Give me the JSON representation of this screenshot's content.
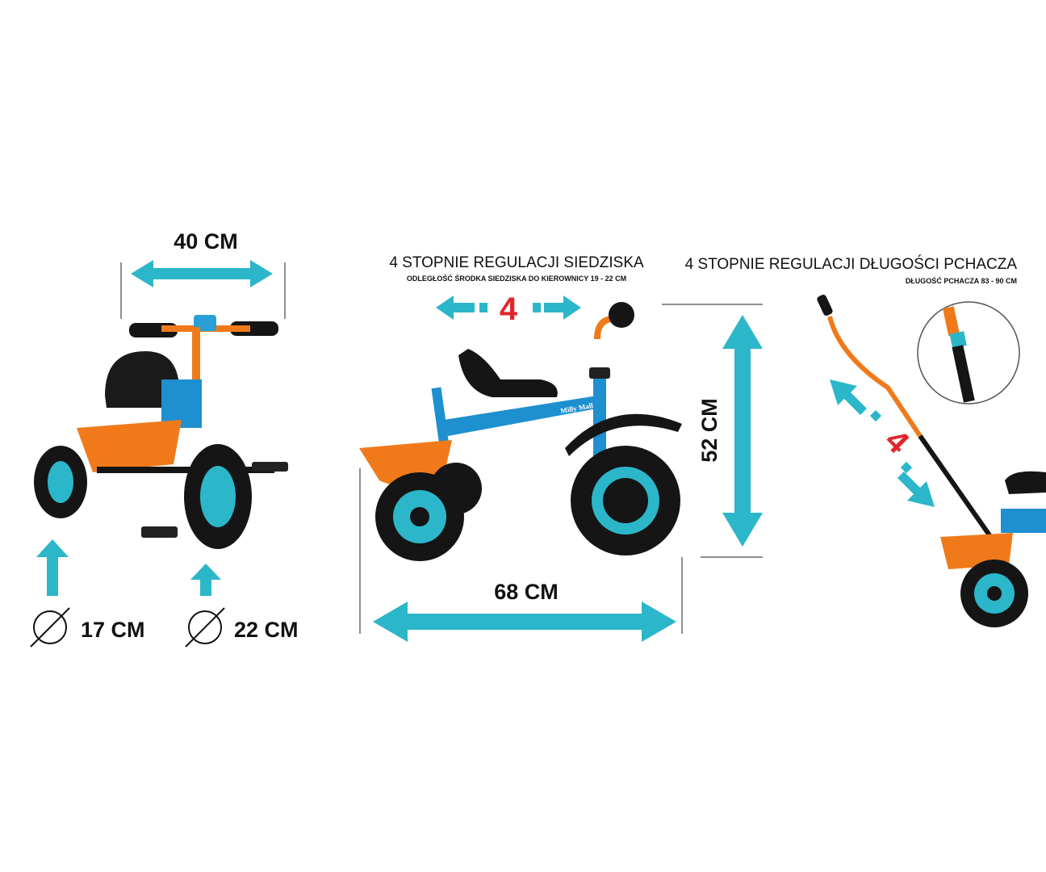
{
  "colors": {
    "arrow": "#2cb6c9",
    "orange": "#f07a1a",
    "frame": "#1e8fcf",
    "tyre": "#151515",
    "number": "#e0262b"
  },
  "front_view": {
    "width_label": "40 CM",
    "rear_wheel_label": "17 CM",
    "front_wheel_label": "22 CM",
    "diameter_icon": "diameter-symbol"
  },
  "side_view": {
    "title": "4 STOPNIE REGULACJI SIEDZISKA",
    "subtitle": "ODLEGŁOŚĆ ŚRODKA SIEDZISKA DO KIEROWNICY 19 - 22 CM",
    "steps": "4",
    "height_label": "52 CM",
    "length_label": "68 CM",
    "brand": "Milly Mally"
  },
  "push_view": {
    "title": "4 STOPNIE REGULACJI DŁUGOŚCI PCHACZA",
    "subtitle": "DŁUGOŚĆ PCHACZA 83 - 90 CM",
    "steps": "4"
  }
}
